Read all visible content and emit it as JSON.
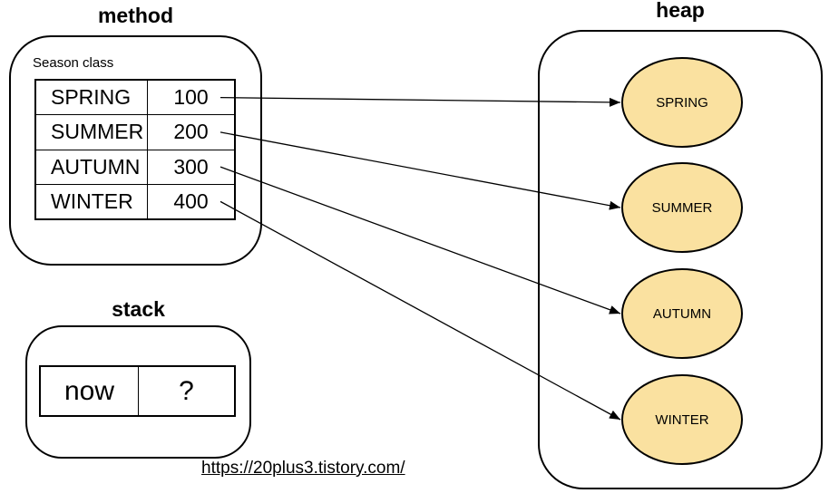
{
  "colors": {
    "heap_object_fill": "#FAE1A0",
    "stroke": "#000000",
    "background": "#FFFFFF"
  },
  "method": {
    "title": "method",
    "class_label": "Season class",
    "table": {
      "rows": [
        {
          "name": "SPRING",
          "value": "100"
        },
        {
          "name": "SUMMER",
          "value": "200"
        },
        {
          "name": "AUTUMN",
          "value": "300"
        },
        {
          "name": "WINTER",
          "value": "400"
        }
      ]
    }
  },
  "stack": {
    "title": "stack",
    "table": {
      "rows": [
        {
          "name": "now",
          "value": "?"
        }
      ]
    }
  },
  "heap": {
    "title": "heap",
    "objects": [
      {
        "label": "SPRING"
      },
      {
        "label": "SUMMER"
      },
      {
        "label": "AUTUMN"
      },
      {
        "label": "WINTER"
      }
    ]
  },
  "connections": [
    {
      "from": 0,
      "to": 0
    },
    {
      "from": 1,
      "to": 1
    },
    {
      "from": 2,
      "to": 2
    },
    {
      "from": 3,
      "to": 3
    }
  ],
  "footer": {
    "link": "https://20plus3.tistory.com/"
  }
}
